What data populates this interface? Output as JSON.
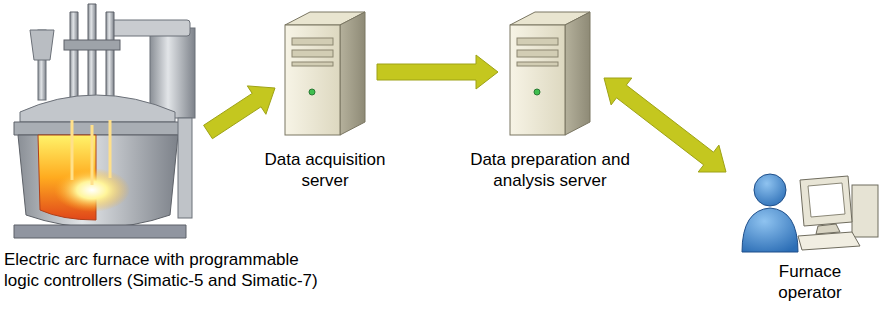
{
  "diagram": {
    "nodes": [
      {
        "text": [
          "Electric arc furnace with programmable logic controllers (Simatic-5 and Simatic-7)"
        ]
      },
      {
        "text": [
          "Data acquisition server"
        ]
      },
      {
        "text": [
          "Data preparation and analysis server"
        ]
      },
      {
        "text": [
          "Furnace operator"
        ]
      }
    ],
    "edges": [
      {
        "from": 0,
        "to": 1,
        "arrow": "to"
      },
      {
        "from": 1,
        "to": 2,
        "arrow": "to"
      },
      {
        "from": 2,
        "to": 3,
        "arrow": "both"
      }
    ]
  }
}
